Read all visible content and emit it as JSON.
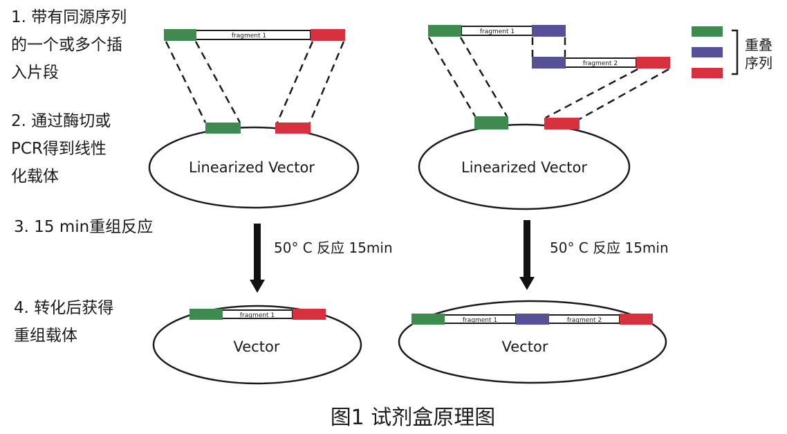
{
  "colors": {
    "green": "#3f8a4e",
    "blue": "#565196",
    "red": "#d73140",
    "line": "#1a1a1a"
  },
  "steps": {
    "step1": [
      "1. 带有同源序列",
      "的一个或多个插",
      "入片段"
    ],
    "step2": [
      "2. 通过酶切或",
      "PCR得到线性",
      "化载体"
    ],
    "step3": [
      "3. 15 min重组反应"
    ],
    "step4": [
      "4. 转化后获得",
      "重组载体"
    ]
  },
  "labels": {
    "fragment1": "fragment 1",
    "fragment2": "fragment 2",
    "linearized_vector": "Linearized Vector",
    "vector": "Vector",
    "condition": "50° C 反应 15min"
  },
  "legend": {
    "label_line1": "重叠",
    "label_line2": "序列"
  },
  "caption": "图1  试剂盒原理图"
}
